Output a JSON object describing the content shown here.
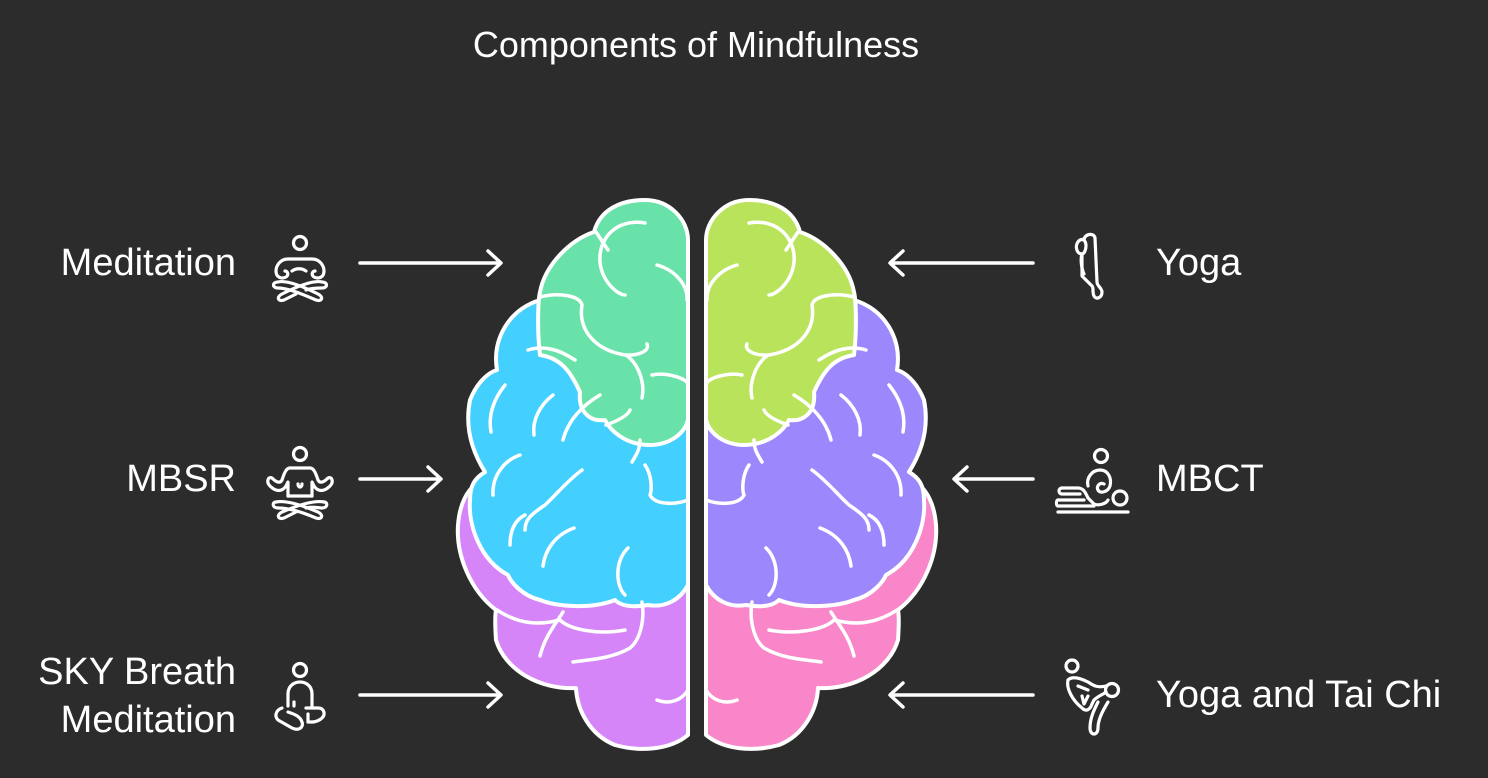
{
  "title": "Components of Mindfulness",
  "colors": {
    "background": "#2c2c2c",
    "stroke": "#ffffff",
    "frontal_left": "#68e2a8",
    "frontal_right": "#bae35c",
    "parietal_left": "#44d0ff",
    "parietal_right": "#9d87fc",
    "occipital_left": "#d585f8",
    "occipital_right": "#f886c8"
  },
  "left_items": [
    {
      "label": "Meditation",
      "icon": "meditation-sitting-icon",
      "brain_region": "frontal-left",
      "color": "#68e2a8"
    },
    {
      "label": "MBSR",
      "icon": "meditation-lotus-arms-icon",
      "brain_region": "parietal-left",
      "color": "#44d0ff"
    },
    {
      "label_line1": "SKY Breath",
      "label_line2": "Meditation",
      "icon": "breathing-seated-icon",
      "brain_region": "occipital-left",
      "color": "#d585f8"
    }
  ],
  "right_items": [
    {
      "label": "Yoga",
      "icon": "yoga-pose-icon",
      "brain_region": "frontal-right",
      "color": "#bae35c"
    },
    {
      "label": "MBCT",
      "icon": "therapy-reclining-icon",
      "brain_region": "parietal-right",
      "color": "#9d87fc"
    },
    {
      "label": "Yoga and Tai Chi",
      "icon": "tai-chi-kick-icon",
      "brain_region": "occipital-right",
      "color": "#f886c8"
    }
  ]
}
